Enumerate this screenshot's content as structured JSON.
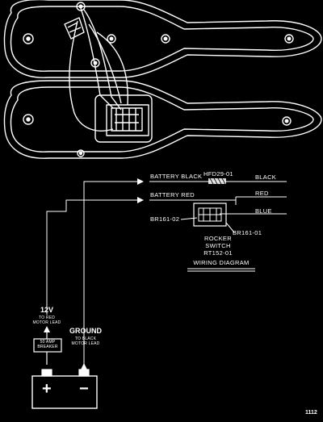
{
  "diagram": {
    "labels": {
      "battery_black": "BATTERY BLACK",
      "part_hfd": "HFD29-01",
      "black": "BLACK",
      "battery_red": "BATTERY RED",
      "red": "RED",
      "blue": "BLUE",
      "br161_02": "BR161-02",
      "br161_01": "BR161-01",
      "rocker_switch_line1": "ROCKER",
      "rocker_switch_line2": "SWITCH",
      "rocker_switch_part": "RT152-01",
      "wiring_diagram": "WIRING DIAGRAM",
      "v12": "12V",
      "to_red_line1": "TO RED",
      "to_red_line2": "MOTOR LEAD",
      "breaker_line1": "50 AMP",
      "breaker_line2": "BREAKER",
      "ground": "GROUND",
      "to_black_line1": "TO BLACK",
      "to_black_line2": "MOTOR LEAD",
      "plus": "+",
      "minus": "−",
      "page_number": "1112"
    }
  }
}
